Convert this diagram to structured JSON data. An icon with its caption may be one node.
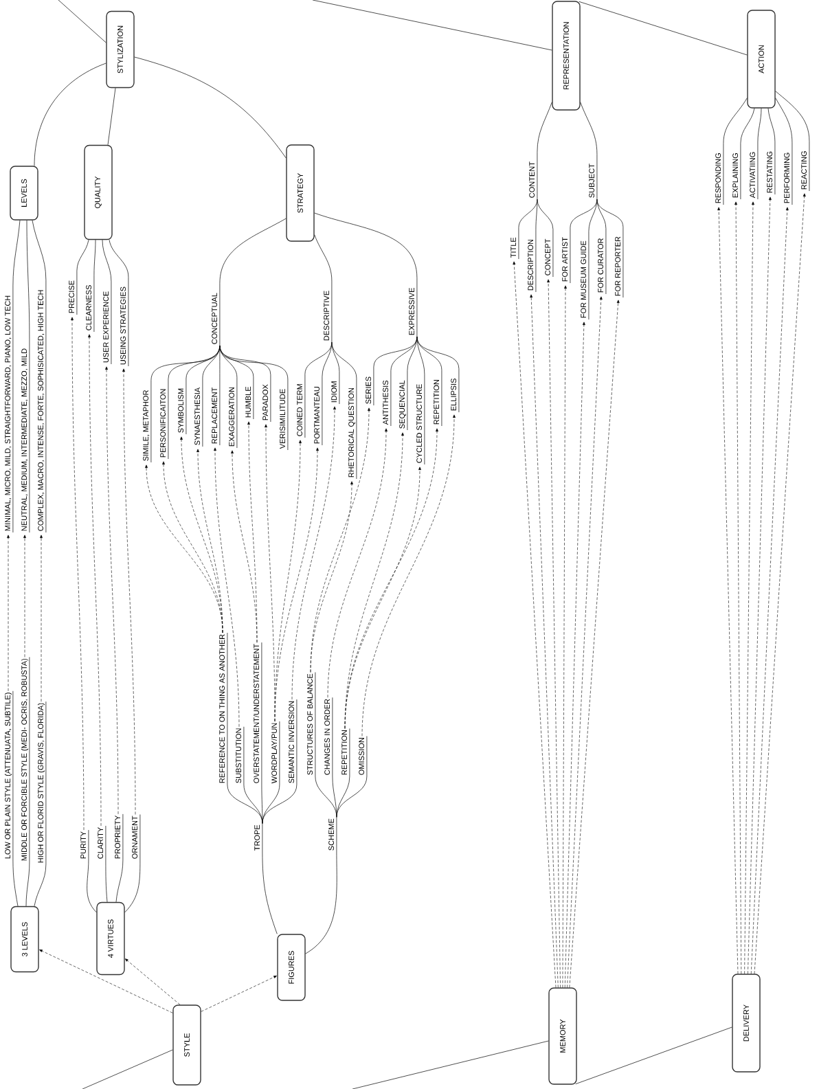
{
  "diagram": {
    "nodes": [
      {
        "text": [
          "STYLIZATION"
        ]
      },
      {
        "text": [
          "LEVELS"
        ]
      },
      {
        "text": [
          "QUALITY"
        ]
      },
      {
        "text": [
          "STRATEGY"
        ]
      },
      {
        "text": [
          "REPRESENTATION"
        ]
      },
      {
        "text": [
          "ACTION"
        ]
      },
      {
        "text": [
          "CONTENT"
        ]
      },
      {
        "text": [
          "SUBJECT"
        ]
      },
      {
        "text": [
          "MINIMAL, MICRO, MILD, STRAIGHTFORWARD, PIANO, LOW TECH"
        ]
      },
      {
        "text": [
          "NEUTRAL, MEDIUM, INTERMEDIATE, MEZZO, MILD"
        ]
      },
      {
        "text": [
          "COMPLEX, MACRO, INTENSE, FORTE, SOPHISICATED, HIGH TECH"
        ]
      },
      {
        "text": [
          "PRECISE"
        ]
      },
      {
        "text": [
          "CLEARNESS"
        ]
      },
      {
        "text": [
          "USER EXPERIENCE"
        ]
      },
      {
        "text": [
          "USEING STRATEGIES"
        ]
      },
      {
        "text": [
          "CONCEPTUAL"
        ]
      },
      {
        "text": [
          "DESCRIPTIVE"
        ]
      },
      {
        "text": [
          "EXPRESSIVE"
        ]
      },
      {
        "text": [
          "SIMILE, METAPHOR"
        ]
      },
      {
        "text": [
          "PERSONIFICAITON"
        ]
      },
      {
        "text": [
          "SYMBOLISM"
        ]
      },
      {
        "text": [
          "SYNAESTHESIA"
        ]
      },
      {
        "text": [
          "REPLACEMENT"
        ]
      },
      {
        "text": [
          "EXAGGERATION"
        ]
      },
      {
        "text": [
          "HUMBLE"
        ]
      },
      {
        "text": [
          "PARADOX"
        ]
      },
      {
        "text": [
          "VERISIMILITUDE"
        ]
      },
      {
        "text": [
          "COINED TERM"
        ]
      },
      {
        "text": [
          "PORTMANTEAU"
        ]
      },
      {
        "text": [
          "IDIOM"
        ]
      },
      {
        "text": [
          "RHETORICAL QUESTION"
        ]
      },
      {
        "text": [
          "SERIES"
        ]
      },
      {
        "text": [
          "ANTITHESIS"
        ]
      },
      {
        "text": [
          "SEQUENCIAL"
        ]
      },
      {
        "text": [
          "CYCLED STRUCTURE"
        ]
      },
      {
        "text": [
          "REPETITION"
        ]
      },
      {
        "text": [
          "ELLIPSIS"
        ]
      },
      {
        "text": [
          "TITLE"
        ]
      },
      {
        "text": [
          "DESCRIPTION"
        ]
      },
      {
        "text": [
          "CONCEPT"
        ]
      },
      {
        "text": [
          "FOR ARTIST"
        ]
      },
      {
        "text": [
          "FOR MUSEUM GUIDE"
        ]
      },
      {
        "text": [
          "FOR CURATOR"
        ]
      },
      {
        "text": [
          "FOR REPORTER"
        ]
      },
      {
        "text": [
          "RESPONDING"
        ]
      },
      {
        "text": [
          "EXPLAINING"
        ]
      },
      {
        "text": [
          "ACTIVATIING"
        ]
      },
      {
        "text": [
          "RESTATING"
        ]
      },
      {
        "text": [
          "PERFORMING"
        ]
      },
      {
        "text": [
          "REACTING"
        ]
      },
      {
        "text": [
          "LOW OR PLAIN STYLE (ATTENUATA, SUBTILE)"
        ]
      },
      {
        "text": [
          "MIDDLE OR FORCIBLE STYLE (MEDI- OCRIS, ROBUSTA)"
        ]
      },
      {
        "text": [
          "HIGH OR FLORID STYLE (GRAVIS, FLORIDA)"
        ]
      },
      {
        "text": [
          "PURITY"
        ]
      },
      {
        "text": [
          "CLARITY"
        ]
      },
      {
        "text": [
          "PROPRIETY"
        ]
      },
      {
        "text": [
          "ORNAMENT"
        ]
      },
      {
        "text": [
          "REFERENCE TO ON THING AS ANOTHER"
        ]
      },
      {
        "text": [
          "SUBSTITUTION"
        ]
      },
      {
        "text": [
          "OVERSTATEMENT/UNDERSTATEMENT"
        ]
      },
      {
        "text": [
          "WORDPLAY/PUN"
        ]
      },
      {
        "text": [
          "SEMANTIC INVERSION"
        ]
      },
      {
        "text": [
          "STRUCTURES OF BALANCE"
        ]
      },
      {
        "text": [
          "CHANGES IN ORDER"
        ]
      },
      {
        "text": [
          "REPETITION"
        ]
      },
      {
        "text": [
          "OMISSION"
        ]
      },
      {
        "text": [
          "TROPE"
        ]
      },
      {
        "text": [
          "SCHEME"
        ]
      },
      {
        "text": [
          "3 LEVELS"
        ]
      },
      {
        "text": [
          "4 VIRTUES"
        ]
      },
      {
        "text": [
          "FIGURES"
        ]
      },
      {
        "text": [
          "STYLE"
        ]
      },
      {
        "text": [
          "MEMORY"
        ]
      },
      {
        "text": [
          "DELIVERY"
        ]
      }
    ],
    "edges": [
      {
        "from": null,
        "to": 0,
        "arrow": "none"
      },
      {
        "from": 0,
        "to": 1,
        "arrow": "none"
      },
      {
        "from": 0,
        "to": 2,
        "arrow": "none"
      },
      {
        "from": 0,
        "to": 3,
        "arrow": "none"
      },
      {
        "from": 3,
        "to": 15,
        "arrow": "none"
      },
      {
        "from": 3,
        "to": 16,
        "arrow": "none"
      },
      {
        "from": 3,
        "to": 17,
        "arrow": "none"
      },
      {
        "from": 1,
        "to": 8,
        "arrow": "none"
      },
      {
        "from": 1,
        "to": 9,
        "arrow": "none"
      },
      {
        "from": 1,
        "to": 10,
        "arrow": "none"
      },
      {
        "from": 2,
        "to": 11,
        "arrow": "none"
      },
      {
        "from": 2,
        "to": 12,
        "arrow": "none"
      },
      {
        "from": 2,
        "to": 13,
        "arrow": "none"
      },
      {
        "from": 2,
        "to": 14,
        "arrow": "none"
      },
      {
        "from": 15,
        "to": 18,
        "arrow": "none"
      },
      {
        "from": 15,
        "to": 19,
        "arrow": "none"
      },
      {
        "from": 15,
        "to": 20,
        "arrow": "none"
      },
      {
        "from": 15,
        "to": 21,
        "arrow": "none"
      },
      {
        "from": 15,
        "to": 22,
        "arrow": "none"
      },
      {
        "from": 15,
        "to": 23,
        "arrow": "none"
      },
      {
        "from": 15,
        "to": 24,
        "arrow": "none"
      },
      {
        "from": 15,
        "to": 25,
        "arrow": "none"
      },
      {
        "from": 15,
        "to": 26,
        "arrow": "none"
      },
      {
        "from": 16,
        "to": 27,
        "arrow": "none"
      },
      {
        "from": 16,
        "to": 28,
        "arrow": "none"
      },
      {
        "from": 16,
        "to": 29,
        "arrow": "none"
      },
      {
        "from": 16,
        "to": 30,
        "arrow": "none"
      },
      {
        "from": 17,
        "to": 31,
        "arrow": "none"
      },
      {
        "from": 17,
        "to": 32,
        "arrow": "none"
      },
      {
        "from": 17,
        "to": 33,
        "arrow": "none"
      },
      {
        "from": 17,
        "to": 34,
        "arrow": "none"
      },
      {
        "from": 17,
        "to": 35,
        "arrow": "none"
      },
      {
        "from": 17,
        "to": 36,
        "arrow": "none"
      },
      {
        "from": null,
        "to": 4,
        "arrow": "none"
      },
      {
        "from": 4,
        "to": 5,
        "arrow": "none"
      },
      {
        "from": 4,
        "to": 6,
        "arrow": "none"
      },
      {
        "from": 4,
        "to": 7,
        "arrow": "none"
      },
      {
        "from": 6,
        "to": 37,
        "arrow": "none"
      },
      {
        "from": 6,
        "to": 38,
        "arrow": "none"
      },
      {
        "from": 6,
        "to": 39,
        "arrow": "none"
      },
      {
        "from": 7,
        "to": 40,
        "arrow": "none"
      },
      {
        "from": 7,
        "to": 41,
        "arrow": "none"
      },
      {
        "from": 7,
        "to": 42,
        "arrow": "none"
      },
      {
        "from": 7,
        "to": 43,
        "arrow": "none"
      },
      {
        "from": 5,
        "to": 44,
        "arrow": "none"
      },
      {
        "from": 5,
        "to": 45,
        "arrow": "none"
      },
      {
        "from": 5,
        "to": 46,
        "arrow": "none"
      },
      {
        "from": 5,
        "to": 47,
        "arrow": "none"
      },
      {
        "from": 5,
        "to": 48,
        "arrow": "none"
      },
      {
        "from": 5,
        "to": 49,
        "arrow": "none"
      },
      {
        "from": null,
        "to": 71,
        "arrow": "none"
      },
      {
        "from": 71,
        "to": 68,
        "arrow": "to",
        "style": "dashed"
      },
      {
        "from": 71,
        "to": 69,
        "arrow": "to",
        "style": "dashed"
      },
      {
        "from": 71,
        "to": 70,
        "arrow": "to",
        "style": "dashed"
      },
      {
        "from": 68,
        "to": 50,
        "arrow": "none"
      },
      {
        "from": 68,
        "to": 51,
        "arrow": "none"
      },
      {
        "from": 68,
        "to": 52,
        "arrow": "none"
      },
      {
        "from": 69,
        "to": 53,
        "arrow": "none"
      },
      {
        "from": 69,
        "to": 54,
        "arrow": "none"
      },
      {
        "from": 69,
        "to": 55,
        "arrow": "none"
      },
      {
        "from": 69,
        "to": 56,
        "arrow": "none"
      },
      {
        "from": 70,
        "to": 66,
        "arrow": "none"
      },
      {
        "from": 70,
        "to": 67,
        "arrow": "none"
      },
      {
        "from": 66,
        "to": 57,
        "arrow": "none"
      },
      {
        "from": 66,
        "to": 58,
        "arrow": "none"
      },
      {
        "from": 66,
        "to": 59,
        "arrow": "none"
      },
      {
        "from": 66,
        "to": 60,
        "arrow": "none"
      },
      {
        "from": 66,
        "to": 61,
        "arrow": "none"
      },
      {
        "from": 67,
        "to": 62,
        "arrow": "none"
      },
      {
        "from": 67,
        "to": 63,
        "arrow": "none"
      },
      {
        "from": 67,
        "to": 64,
        "arrow": "none"
      },
      {
        "from": 67,
        "to": 65,
        "arrow": "none"
      },
      {
        "from": null,
        "to": 72,
        "arrow": "none"
      },
      {
        "from": 72,
        "to": 73,
        "arrow": "none"
      },
      {
        "from": 50,
        "to": 8,
        "arrow": "to",
        "style": "dashed"
      },
      {
        "from": 51,
        "to": 9,
        "arrow": "to",
        "style": "dashed"
      },
      {
        "from": 52,
        "to": 10,
        "arrow": "to",
        "style": "dashed"
      },
      {
        "from": 53,
        "to": 11,
        "arrow": "to",
        "style": "dashed"
      },
      {
        "from": 54,
        "to": 12,
        "arrow": "to",
        "style": "dashed"
      },
      {
        "from": 55,
        "to": 13,
        "arrow": "to",
        "style": "dashed"
      },
      {
        "from": 56,
        "to": 14,
        "arrow": "to",
        "style": "dashed"
      },
      {
        "from": 57,
        "to": 18,
        "arrow": "to",
        "style": "dashed"
      },
      {
        "from": 57,
        "to": 19,
        "arrow": "to",
        "style": "dashed"
      },
      {
        "from": 57,
        "to": 20,
        "arrow": "to",
        "style": "dashed"
      },
      {
        "from": 57,
        "to": 21,
        "arrow": "to",
        "style": "dashed"
      },
      {
        "from": 58,
        "to": 22,
        "arrow": "to",
        "style": "dashed"
      },
      {
        "from": 59,
        "to": 23,
        "arrow": "to",
        "style": "dashed"
      },
      {
        "from": 59,
        "to": 24,
        "arrow": "to",
        "style": "dashed"
      },
      {
        "from": 60,
        "to": 25,
        "arrow": "to",
        "style": "dashed"
      },
      {
        "from": 60,
        "to": 27,
        "arrow": "to",
        "style": "dashed"
      },
      {
        "from": 60,
        "to": 28,
        "arrow": "to",
        "style": "dashed"
      },
      {
        "from": 61,
        "to": 29,
        "arrow": "to",
        "style": "dashed"
      },
      {
        "from": 62,
        "to": 30,
        "arrow": "to",
        "style": "dashed"
      },
      {
        "from": 62,
        "to": 31,
        "arrow": "to",
        "style": "dashed"
      },
      {
        "from": 63,
        "to": 32,
        "arrow": "to",
        "style": "dashed"
      },
      {
        "from": 64,
        "to": 33,
        "arrow": "to",
        "style": "dashed"
      },
      {
        "from": 64,
        "to": 34,
        "arrow": "to",
        "style": "dashed"
      },
      {
        "from": 64,
        "to": 35,
        "arrow": "to",
        "style": "dashed"
      },
      {
        "from": 65,
        "to": 36,
        "arrow": "to",
        "style": "dashed"
      },
      {
        "from": 72,
        "to": 37,
        "arrow": "to",
        "style": "dashed"
      },
      {
        "from": 72,
        "to": 38,
        "arrow": "to",
        "style": "dashed"
      },
      {
        "from": 72,
        "to": 39,
        "arrow": "to",
        "style": "dashed"
      },
      {
        "from": 72,
        "to": 40,
        "arrow": "to",
        "style": "dashed"
      },
      {
        "from": 72,
        "to": 41,
        "arrow": "to",
        "style": "dashed"
      },
      {
        "from": 72,
        "to": 42,
        "arrow": "to",
        "style": "dashed"
      },
      {
        "from": 72,
        "to": 43,
        "arrow": "to",
        "style": "dashed"
      },
      {
        "from": 73,
        "to": 44,
        "arrow": "to",
        "style": "dashed"
      },
      {
        "from": 73,
        "to": 45,
        "arrow": "to",
        "style": "dashed"
      },
      {
        "from": 73,
        "to": 46,
        "arrow": "to",
        "style": "dashed"
      },
      {
        "from": 73,
        "to": 47,
        "arrow": "to",
        "style": "dashed"
      },
      {
        "from": 73,
        "to": 48,
        "arrow": "to",
        "style": "dashed"
      },
      {
        "from": 73,
        "to": 49,
        "arrow": "to",
        "style": "dashed"
      }
    ]
  }
}
